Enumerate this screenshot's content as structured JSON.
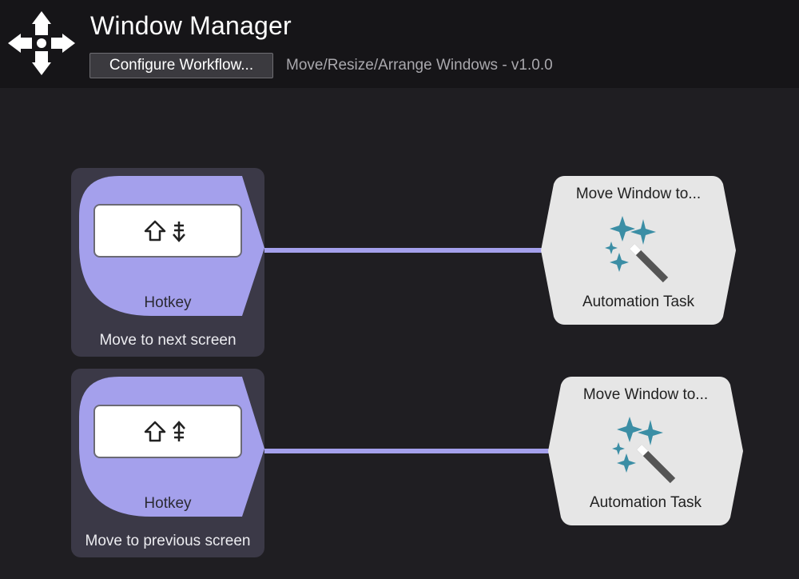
{
  "header": {
    "title": "Window Manager",
    "configure_label": "Configure Workflow...",
    "subtitle": "Move/Resize/Arrange Windows - v1.0.0",
    "icon": "window-manager-arrows-icon"
  },
  "workflow": {
    "triggers": [
      {
        "type_label": "Hotkey",
        "caption": "Move to next screen",
        "hotkey_icon": "shift-page-down"
      },
      {
        "type_label": "Hotkey",
        "caption": "Move to previous screen",
        "hotkey_icon": "shift-page-up"
      }
    ],
    "actions": [
      {
        "title": "Move Window to...",
        "type_label": "Automation Task",
        "icon": "magic-wand-icon"
      },
      {
        "title": "Move Window to...",
        "type_label": "Automation Task",
        "icon": "magic-wand-icon"
      }
    ]
  },
  "colors": {
    "trigger_accent": "#a4a0ec",
    "group_bg": "#3b3947",
    "action_bg": "#e6e6e6",
    "sparkle": "#3b8ea5"
  }
}
